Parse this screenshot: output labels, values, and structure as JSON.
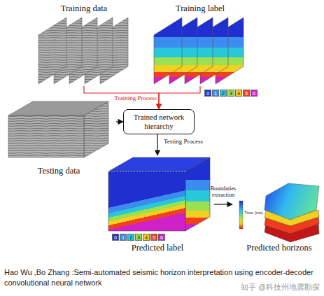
{
  "diagram": {
    "caption": "Hao Wu ,Bo Zhang :Semi-automated seismic horizon interpretation using encoder-decoder convolutional neural network",
    "nodes": [
      {
        "text": [
          "Training data"
        ]
      },
      {
        "text": [
          "Training label"
        ]
      },
      {
        "text": [
          "Trained network hierarchy"
        ]
      },
      {
        "text": [
          "Testing data"
        ]
      },
      {
        "text": [
          "Predicted label"
        ]
      },
      {
        "text": [
          "Predicted horizons"
        ]
      }
    ],
    "edges": [
      {
        "from": 0,
        "to": 2,
        "arrow": "to",
        "label": "Training Process"
      },
      {
        "from": 1,
        "to": 2,
        "arrow": "to"
      },
      {
        "from": 3,
        "to": 2,
        "arrow": "to"
      },
      {
        "from": 2,
        "to": 4,
        "arrow": "to",
        "label": "Testing Process"
      },
      {
        "from": 4,
        "to": 5,
        "arrow": "to",
        "label": "Boundaries extraction"
      }
    ],
    "labels": [
      "Time (ms)",
      "知乎 @科技州地震勘探"
    ],
    "legend": [
      {
        "text": "0",
        "color": "#2030d0"
      },
      {
        "text": "1",
        "color": "#3c8cf0"
      },
      {
        "text": "2",
        "color": "#28c8d8"
      },
      {
        "text": "3",
        "color": "#9ae050"
      },
      {
        "text": "4",
        "color": "#f0d020"
      },
      {
        "text": "5",
        "color": "#f04020"
      },
      {
        "text": "6",
        "color": "#d020c8"
      },
      {
        "text": "0",
        "color": "#2030d0"
      },
      {
        "text": "1",
        "color": "#3c8cf0"
      },
      {
        "text": "2",
        "color": "#28c8d8"
      },
      {
        "text": "3",
        "color": "#9ae050"
      },
      {
        "text": "4",
        "color": "#f0d020"
      },
      {
        "text": "5",
        "color": "#f04020"
      },
      {
        "text": "6",
        "color": "#d020c8"
      }
    ]
  }
}
